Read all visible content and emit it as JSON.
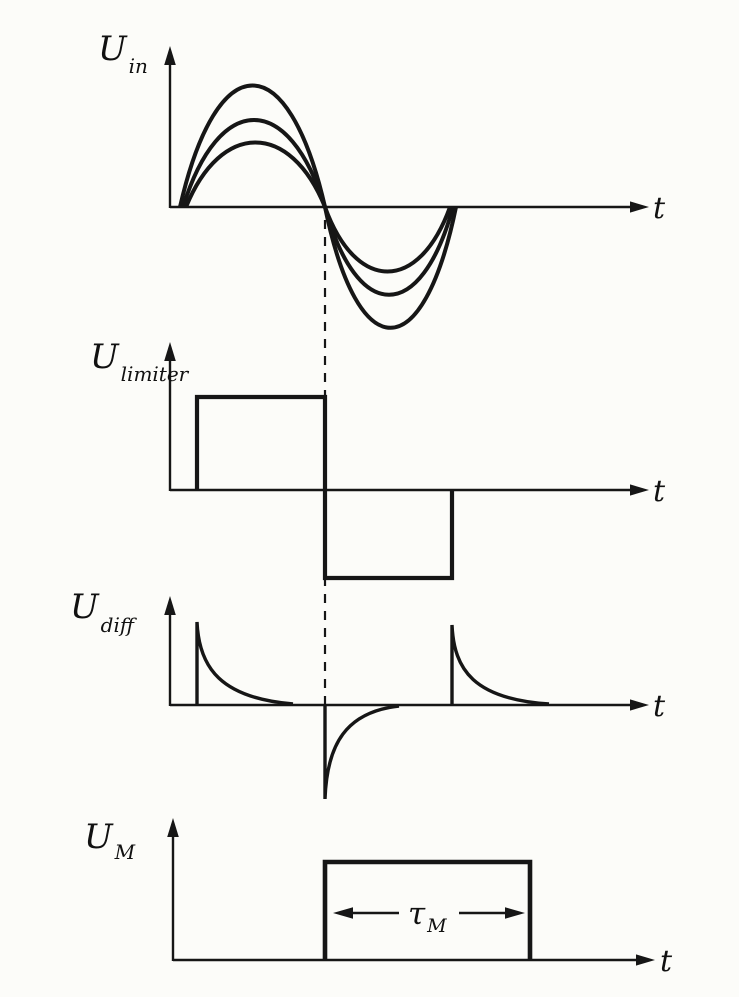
{
  "figure": {
    "background": "#fcfcf9",
    "ink_color": "#161616",
    "panels": [
      {
        "id": "u-in",
        "label_main": "U",
        "label_sub": "in",
        "axis_label": "t"
      },
      {
        "id": "u-limiter",
        "label_main": "U",
        "label_sub": "limiter",
        "axis_label": "t"
      },
      {
        "id": "u-diff",
        "label_main": "U",
        "label_sub": "diff",
        "axis_label": "t"
      },
      {
        "id": "u-m",
        "label_main": "U",
        "label_sub": "M",
        "axis_label": "t"
      }
    ],
    "annotations": {
      "pulse_width_main": "τ",
      "pulse_width_sub": "M"
    }
  },
  "chart_data": [
    {
      "type": "line",
      "title": "U_in",
      "description": "One full sine period drawn at three overlaid amplitudes (relative peaks ~1.0, 0.72, 0.54); common zero crossings at t=0, t=T/2, t=T"
    },
    {
      "type": "line",
      "title": "U_limiter",
      "description": "Square wave: positive level for 0<t<T/2, negative level for T/2<t<T, zero elsewhere"
    },
    {
      "type": "line",
      "title": "U_diff",
      "description": "Differentiator output: positive exponential spike at t=0, negative spike at t=T/2 (marked by dashed line), positive spike at t=T"
    },
    {
      "type": "line",
      "title": "U_M",
      "description": "Monostable rectangular output pulse of width τM starting at the negative-going zero crossing t=T/2"
    }
  ]
}
